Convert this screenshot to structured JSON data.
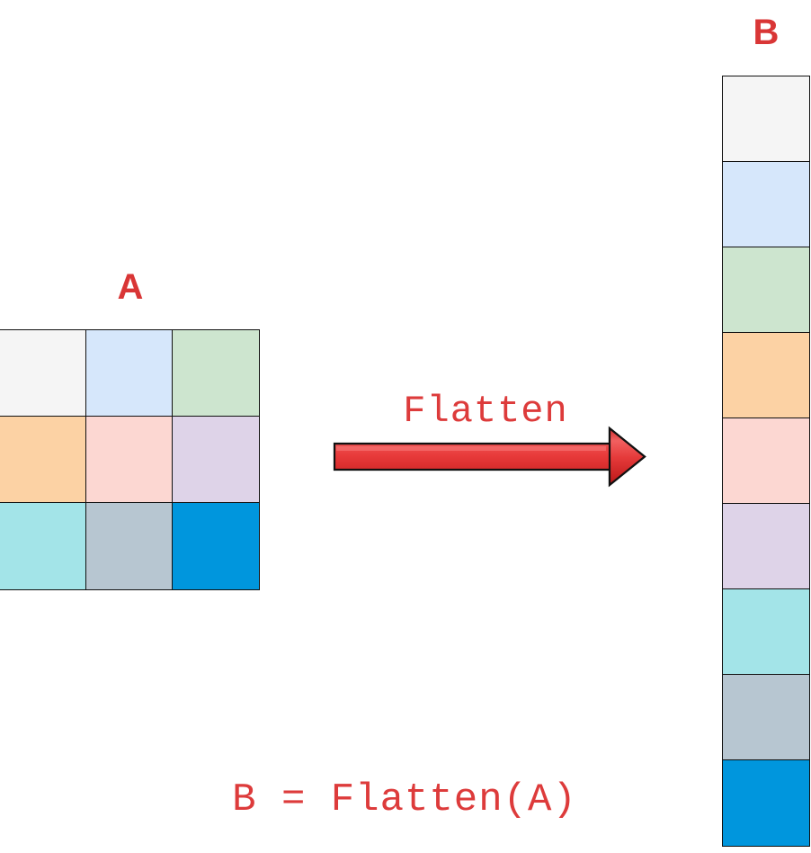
{
  "diagram": {
    "title_a": "A",
    "title_b": "B",
    "operation_label": "Flatten",
    "caption": "B = Flatten(A)",
    "accent_color": "#d93636",
    "arrow": {
      "name": "flatten-arrow",
      "direction": "right",
      "fill_light": "#ef5050",
      "fill_dark": "#c62222",
      "outline": "#1a1a1a"
    },
    "matrix_a": {
      "rows": 3,
      "cols": 3,
      "cells": [
        [
          {
            "name": "cell-a-0-0",
            "color": "#f5f5f5"
          },
          {
            "name": "cell-a-0-1",
            "color": "#d6e7fb"
          },
          {
            "name": "cell-a-0-2",
            "color": "#cde5cf"
          }
        ],
        [
          {
            "name": "cell-a-1-0",
            "color": "#fcd2a4"
          },
          {
            "name": "cell-a-1-1",
            "color": "#fcd7d2"
          },
          {
            "name": "cell-a-1-2",
            "color": "#ded3e8"
          }
        ],
        [
          {
            "name": "cell-a-2-0",
            "color": "#a3e4e8"
          },
          {
            "name": "cell-a-2-1",
            "color": "#b7c6d1"
          },
          {
            "name": "cell-a-2-2",
            "color": "#0096dd"
          }
        ]
      ]
    },
    "vector_b": {
      "length": 9,
      "order": "row-major",
      "cells": [
        {
          "name": "cell-b-0",
          "color": "#f5f5f5"
        },
        {
          "name": "cell-b-1",
          "color": "#d6e7fb"
        },
        {
          "name": "cell-b-2",
          "color": "#cde5cf"
        },
        {
          "name": "cell-b-3",
          "color": "#fcd2a4"
        },
        {
          "name": "cell-b-4",
          "color": "#fcd7d2"
        },
        {
          "name": "cell-b-5",
          "color": "#ded3e8"
        },
        {
          "name": "cell-b-6",
          "color": "#a3e4e8"
        },
        {
          "name": "cell-b-7",
          "color": "#b7c6d1"
        },
        {
          "name": "cell-b-8",
          "color": "#0096dd"
        }
      ]
    }
  }
}
